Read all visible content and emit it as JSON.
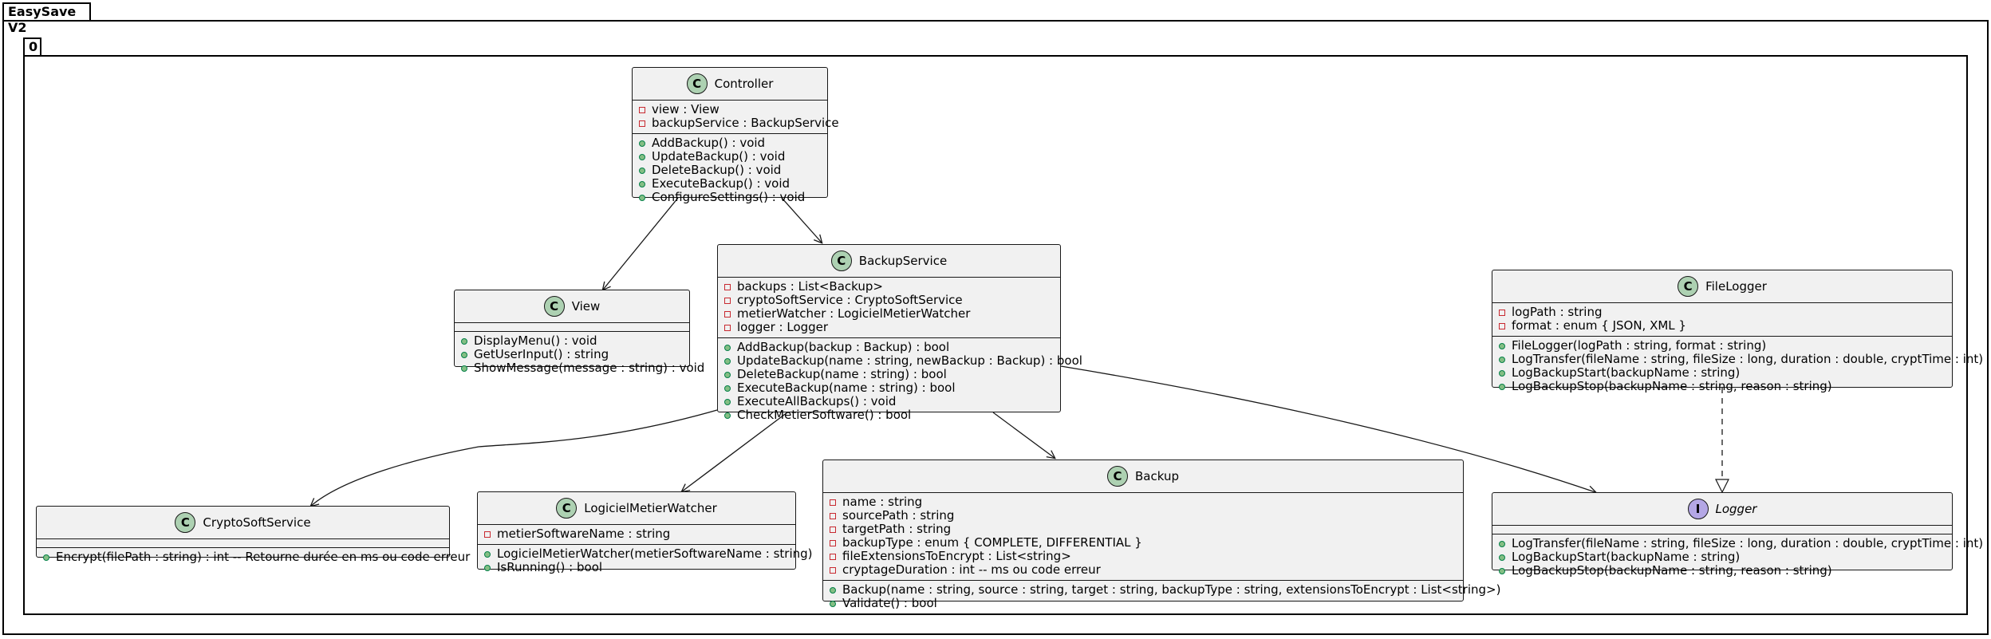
{
  "packages": {
    "outer": {
      "name": "EasySave V2"
    },
    "inner": {
      "name": "0"
    }
  },
  "classes": {
    "controller": {
      "stereotype": "C",
      "name": "Controller",
      "attributes": [
        {
          "vis": "-",
          "text": "view : View"
        },
        {
          "vis": "-",
          "text": "backupService : BackupService"
        }
      ],
      "methods": [
        {
          "vis": "+",
          "text": "AddBackup() : void"
        },
        {
          "vis": "+",
          "text": "UpdateBackup() : void"
        },
        {
          "vis": "+",
          "text": "DeleteBackup() : void"
        },
        {
          "vis": "+",
          "text": "ExecuteBackup() : void"
        },
        {
          "vis": "+",
          "text": "ConfigureSettings() : void"
        }
      ]
    },
    "view": {
      "stereotype": "C",
      "name": "View",
      "attributes": [],
      "methods": [
        {
          "vis": "+",
          "text": "DisplayMenu() : void"
        },
        {
          "vis": "+",
          "text": "GetUserInput() : string"
        },
        {
          "vis": "+",
          "text": "ShowMessage(message : string) : void"
        }
      ]
    },
    "backupService": {
      "stereotype": "C",
      "name": "BackupService",
      "attributes": [
        {
          "vis": "-",
          "text": "backups : List<Backup>"
        },
        {
          "vis": "-",
          "text": "cryptoSoftService : CryptoSoftService"
        },
        {
          "vis": "-",
          "text": "metierWatcher : LogicielMetierWatcher"
        },
        {
          "vis": "-",
          "text": "logger : Logger"
        }
      ],
      "methods": [
        {
          "vis": "+",
          "text": "AddBackup(backup : Backup) : bool"
        },
        {
          "vis": "+",
          "text": "UpdateBackup(name : string, newBackup : Backup) : bool"
        },
        {
          "vis": "+",
          "text": "DeleteBackup(name : string) : bool"
        },
        {
          "vis": "+",
          "text": "ExecuteBackup(name : string) : bool"
        },
        {
          "vis": "+",
          "text": "ExecuteAllBackups() : void"
        },
        {
          "vis": "+",
          "text": "CheckMetierSoftware() : bool"
        }
      ]
    },
    "fileLogger": {
      "stereotype": "C",
      "name": "FileLogger",
      "attributes": [
        {
          "vis": "-",
          "text": "logPath : string"
        },
        {
          "vis": "-",
          "text": "format : enum { JSON, XML }"
        }
      ],
      "methods": [
        {
          "vis": "+",
          "text": "FileLogger(logPath : string, format : string)"
        },
        {
          "vis": "+",
          "text": "LogTransfer(fileName : string, fileSize : long, duration : double, cryptTime : int)"
        },
        {
          "vis": "+",
          "text": "LogBackupStart(backupName : string)"
        },
        {
          "vis": "+",
          "text": "LogBackupStop(backupName : string, reason : string)"
        }
      ]
    },
    "cryptoSoftService": {
      "stereotype": "C",
      "name": "CryptoSoftService",
      "attributes": [],
      "methods": [
        {
          "vis": "+",
          "text": "Encrypt(filePath : string) : int  -- Retourne durée en ms ou code erreur"
        }
      ]
    },
    "logicielMetierWatcher": {
      "stereotype": "C",
      "name": "LogicielMetierWatcher",
      "attributes": [
        {
          "vis": "-",
          "text": "metierSoftwareName : string"
        }
      ],
      "methods": [
        {
          "vis": "+",
          "text": "LogicielMetierWatcher(metierSoftwareName : string)"
        },
        {
          "vis": "+",
          "text": "IsRunning() : bool"
        }
      ]
    },
    "backup": {
      "stereotype": "C",
      "name": "Backup",
      "attributes": [
        {
          "vis": "-",
          "text": "name : string"
        },
        {
          "vis": "-",
          "text": "sourcePath : string"
        },
        {
          "vis": "-",
          "text": "targetPath : string"
        },
        {
          "vis": "-",
          "text": "backupType : enum { COMPLETE, DIFFERENTIAL }"
        },
        {
          "vis": "-",
          "text": "fileExtensionsToEncrypt : List<string>"
        },
        {
          "vis": "-",
          "text": "cryptageDuration : int  -- ms ou code erreur"
        }
      ],
      "methods": [
        {
          "vis": "+",
          "text": "Backup(name : string, source : string, target : string, backupType : string, extensionsToEncrypt : List<string>)"
        },
        {
          "vis": "+",
          "text": "Validate() : bool"
        }
      ]
    },
    "logger": {
      "stereotype": "I",
      "name": "Logger",
      "italic": true,
      "attributes": [],
      "methods": [
        {
          "vis": "+",
          "text": "LogTransfer(fileName : string, fileSize : long, duration : double, cryptTime : int)"
        },
        {
          "vis": "+",
          "text": "LogBackupStart(backupName : string)"
        },
        {
          "vis": "+",
          "text": "LogBackupStop(backupName : string, reason : string)"
        }
      ]
    }
  },
  "relations": [
    {
      "from": "controller",
      "to": "view",
      "kind": "association"
    },
    {
      "from": "controller",
      "to": "backupService",
      "kind": "association"
    },
    {
      "from": "backupService",
      "to": "cryptoSoftService",
      "kind": "association"
    },
    {
      "from": "backupService",
      "to": "logicielMetierWatcher",
      "kind": "association"
    },
    {
      "from": "backupService",
      "to": "backup",
      "kind": "association"
    },
    {
      "from": "backupService",
      "to": "logger",
      "kind": "association"
    },
    {
      "from": "fileLogger",
      "to": "logger",
      "kind": "realization"
    }
  ]
}
